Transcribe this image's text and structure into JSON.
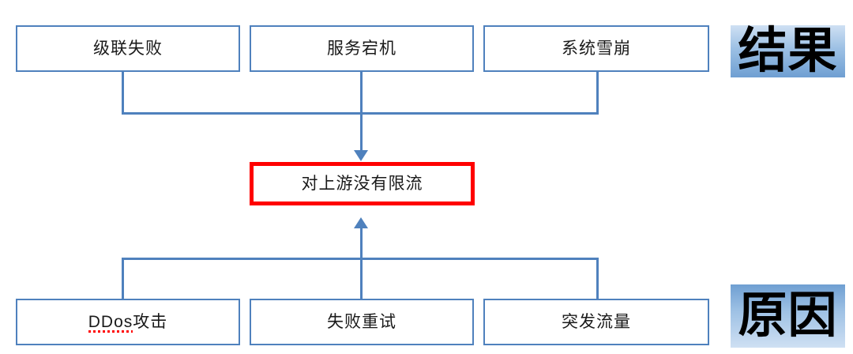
{
  "diagram": {
    "title": "Rate limiting cause-and-effect diagram",
    "colors": {
      "box_border": "#4F81BD",
      "connector": "#4F81BD",
      "highlight_border": "#FF0000",
      "banner_blue_dark": "#6F9FD2",
      "banner_blue_light": "#CFE0F3",
      "spellcheck_underline": "#FF0000",
      "background": "#FFFFFF",
      "text": "#1A1A1A"
    },
    "effects_row": {
      "banner": "结果",
      "nodes": [
        {
          "label": "级联失败"
        },
        {
          "label": "服务宕机"
        },
        {
          "label": "系统雪崩"
        }
      ]
    },
    "center": {
      "label": "对上游没有限流",
      "highlighted": true
    },
    "causes_row": {
      "banner": "原因",
      "nodes": [
        {
          "label_prefix": "DDos",
          "label_suffix": "攻击",
          "misspelled_token": "DDos"
        },
        {
          "label": "失败重试"
        },
        {
          "label": "突发流量"
        }
      ]
    },
    "arrows": {
      "down_to_center": "arrow-down",
      "up_to_center": "arrow-up"
    }
  }
}
